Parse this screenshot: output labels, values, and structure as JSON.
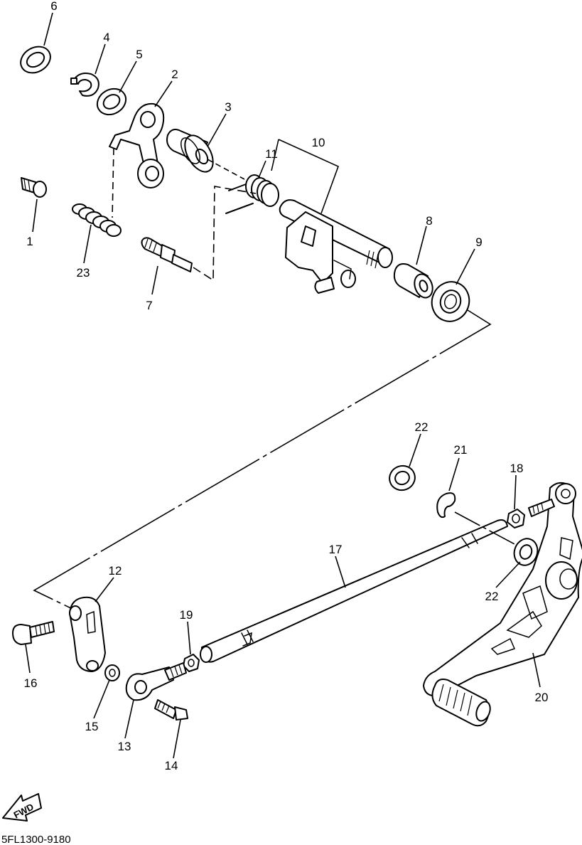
{
  "callouts": {
    "p1": "1",
    "p2": "2",
    "p3": "3",
    "p4": "4",
    "p5": "5",
    "p6": "6",
    "p7": "7",
    "p8": "8",
    "p9": "9",
    "p10": "10",
    "p11": "11",
    "p12": "12",
    "p13": "13",
    "p14": "14",
    "p15": "15",
    "p16": "16",
    "p17": "17",
    "p18": "18",
    "p19": "19",
    "p20": "20",
    "p21": "21",
    "p22a": "22",
    "p22b": "22",
    "p23": "23"
  },
  "fwd_label": "FWD",
  "diagram_code": "5FL1300-9180"
}
